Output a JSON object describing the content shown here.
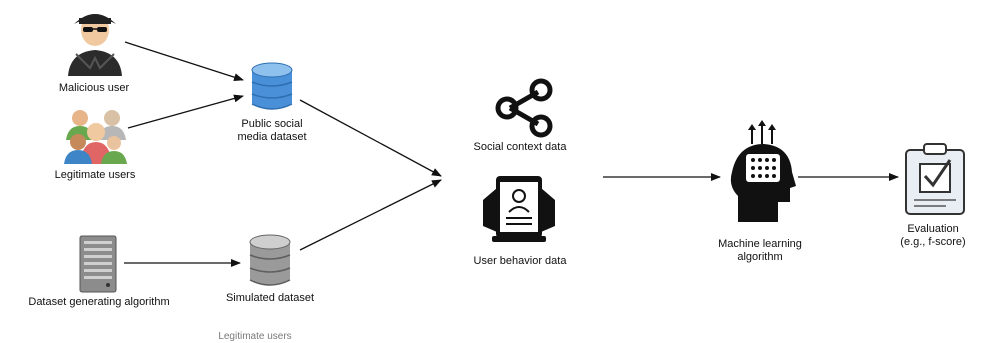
{
  "nodes": {
    "malicious_user": {
      "label": "Malicious user",
      "icon": "hacker-icon"
    },
    "legitimate_users": {
      "label": "Legitimate users",
      "icon": "users-group-icon"
    },
    "public_dataset": {
      "label_line1": "Public social",
      "label_line2": "media dataset",
      "icon": "database-icon"
    },
    "dataset_algorithm": {
      "label": "Dataset generating algorithm",
      "icon": "server-icon"
    },
    "simulated_dataset": {
      "label": "Simulated dataset",
      "icon": "database-icon"
    },
    "social_context": {
      "label": "Social context data",
      "icon": "share-icon"
    },
    "user_behavior": {
      "label": "User behavior data",
      "icon": "profile-tablet-icon"
    },
    "ml_algorithm": {
      "label_line1": "Machine learning",
      "label_line2": "algorithm",
      "icon": "brain-head-icon"
    },
    "evaluation": {
      "label_line1": "Evaluation",
      "label_line2": "(e.g., f-score)",
      "icon": "clipboard-check-icon"
    }
  },
  "caption": "Legitimate users",
  "colors": {
    "public_db": "#4a90d9",
    "simulated_db": "#9a9a9a",
    "users_green": "#6aa84f",
    "stroke": "#111111"
  }
}
